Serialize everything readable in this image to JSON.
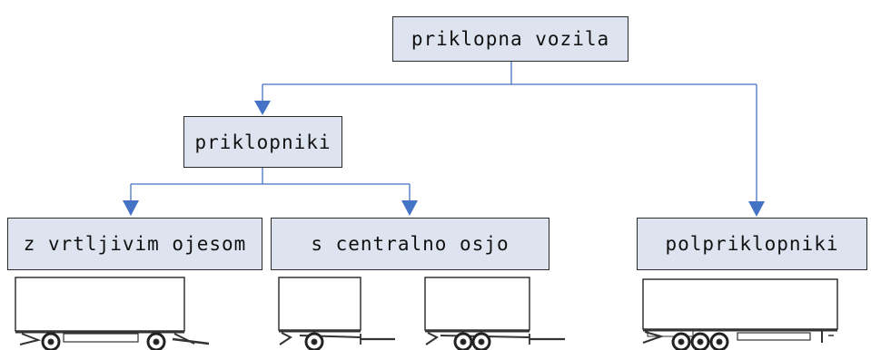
{
  "nodes": {
    "root": {
      "label": "priklopna vozila"
    },
    "trailers": {
      "label": "priklopniki"
    },
    "drawbar": {
      "label": "z vrtljivim ojesom"
    },
    "central_axle": {
      "label": "s centralno osjo"
    },
    "semi_trailers": {
      "label": "polpriklopniki"
    }
  },
  "colors": {
    "node_fill": "#dee4ef",
    "node_border": "#2b2b2b",
    "connector": "#4472c4",
    "vehicle_stroke": "#333333"
  }
}
